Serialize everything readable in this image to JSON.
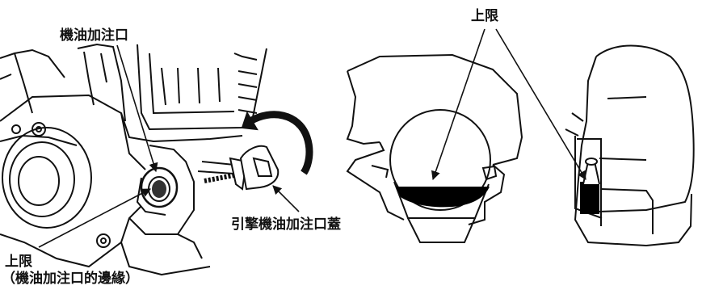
{
  "labels": {
    "filler_port": "機油加注口",
    "filler_cap": "引擎機油加注口蓋",
    "upper_left_title": "上限",
    "upper_left_sub": "（機油加注口的邊緣）",
    "upper_right": "上限"
  },
  "colors": {
    "ink": "#111111",
    "oil": "#000000",
    "background": "#ffffff"
  }
}
